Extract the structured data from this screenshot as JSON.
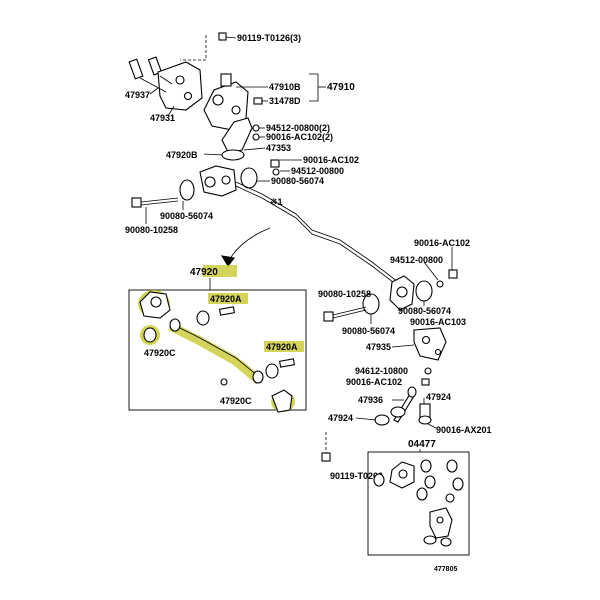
{
  "diagram": {
    "labels": {
      "p90119_t0126": "90119-T0126(3)",
      "p47937": "47937",
      "p47931": "47931",
      "p47910b": "47910B",
      "p47910": "47910",
      "p31478d": "31478D",
      "p94512_00800_2": "94512-00800(2)",
      "p90016_ac102_2": "90016-AC102(2)",
      "p47353": "47353",
      "p47920b": "47920B",
      "p90016_ac102_a": "90016-AC102",
      "p94512_00800_a": "94512-00800",
      "p90080_56074_a": "90080-56074",
      "p90080_56074_b": "90080-56074",
      "p90080_10258_a": "90080-10258",
      "note_mark": "※1",
      "p47920_main": "47920",
      "p47920a_1": "47920A",
      "p47920c_1": "47920C",
      "p47920a_2": "47920A",
      "p47920c_2": "47920C",
      "p90016_ac102_b": "90016-AC102",
      "p94512_00800_b": "94512-00800",
      "p90080_10258_b": "90080-10258",
      "p90080_56074_c": "90080-56074",
      "p90080_56074_d": "90080-56074",
      "p90016_ac103": "90016-AC103",
      "p47935": "47935",
      "p94612_10800": "94612-10800",
      "p90016_ac102_c": "90016-AC102",
      "p47936": "47936",
      "p47924_a": "47924",
      "p47924_b": "47924",
      "p90016_ax201": "90016-AX201",
      "p04477": "04477",
      "p90119_t0200": "90119-T0200",
      "figure_id": "477805"
    },
    "colors": {
      "highlight": "#c8c82c",
      "ink": "#000000"
    }
  }
}
